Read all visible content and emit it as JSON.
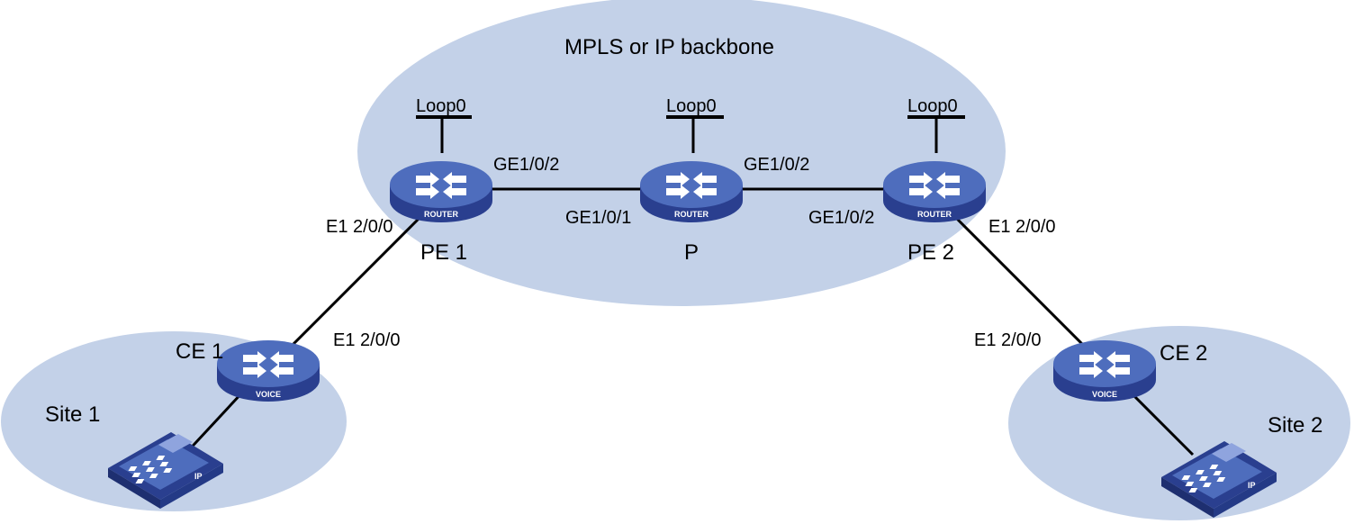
{
  "colors": {
    "region_fill": "#c3d1e8",
    "link_line": "#000000",
    "router_top": "#4e6dbd",
    "router_side": "#2a3f8f",
    "phone_body": "#3950b2"
  },
  "backbone": {
    "title": "MPLS or IP backbone"
  },
  "sites": [
    {
      "name": "Site 1"
    },
    {
      "name": "Site 2"
    }
  ],
  "routers": {
    "pe1": {
      "name": "PE 1",
      "badge": "ROUTER",
      "loopback": "Loop0",
      "icon": "router-icon"
    },
    "p": {
      "name": "P",
      "badge": "ROUTER",
      "loopback": "Loop0",
      "icon": "router-icon"
    },
    "pe2": {
      "name": "PE 2",
      "badge": "ROUTER",
      "loopback": "Loop0",
      "icon": "router-icon"
    },
    "ce1": {
      "name": "CE 1",
      "badge": "VOICE",
      "icon": "voice-router-icon"
    },
    "ce2": {
      "name": "CE 2",
      "badge": "VOICE",
      "icon": "voice-router-icon"
    }
  },
  "interfaces": {
    "pe1_core": "GE1/0/2",
    "p_to_pe1": "GE1/0/1",
    "p_to_pe2": "GE1/0/2",
    "pe2_core": "GE1/0/2",
    "pe1_to_ce1": "E1 2/0/0",
    "ce1_to_pe1": "E1 2/0/0",
    "pe2_to_ce2": "E1 2/0/0",
    "ce2_to_pe2": "E1 2/0/0"
  },
  "phones": [
    {
      "badge": "IP",
      "icon": "ip-phone-icon"
    },
    {
      "badge": "IP",
      "icon": "ip-phone-icon"
    }
  ]
}
